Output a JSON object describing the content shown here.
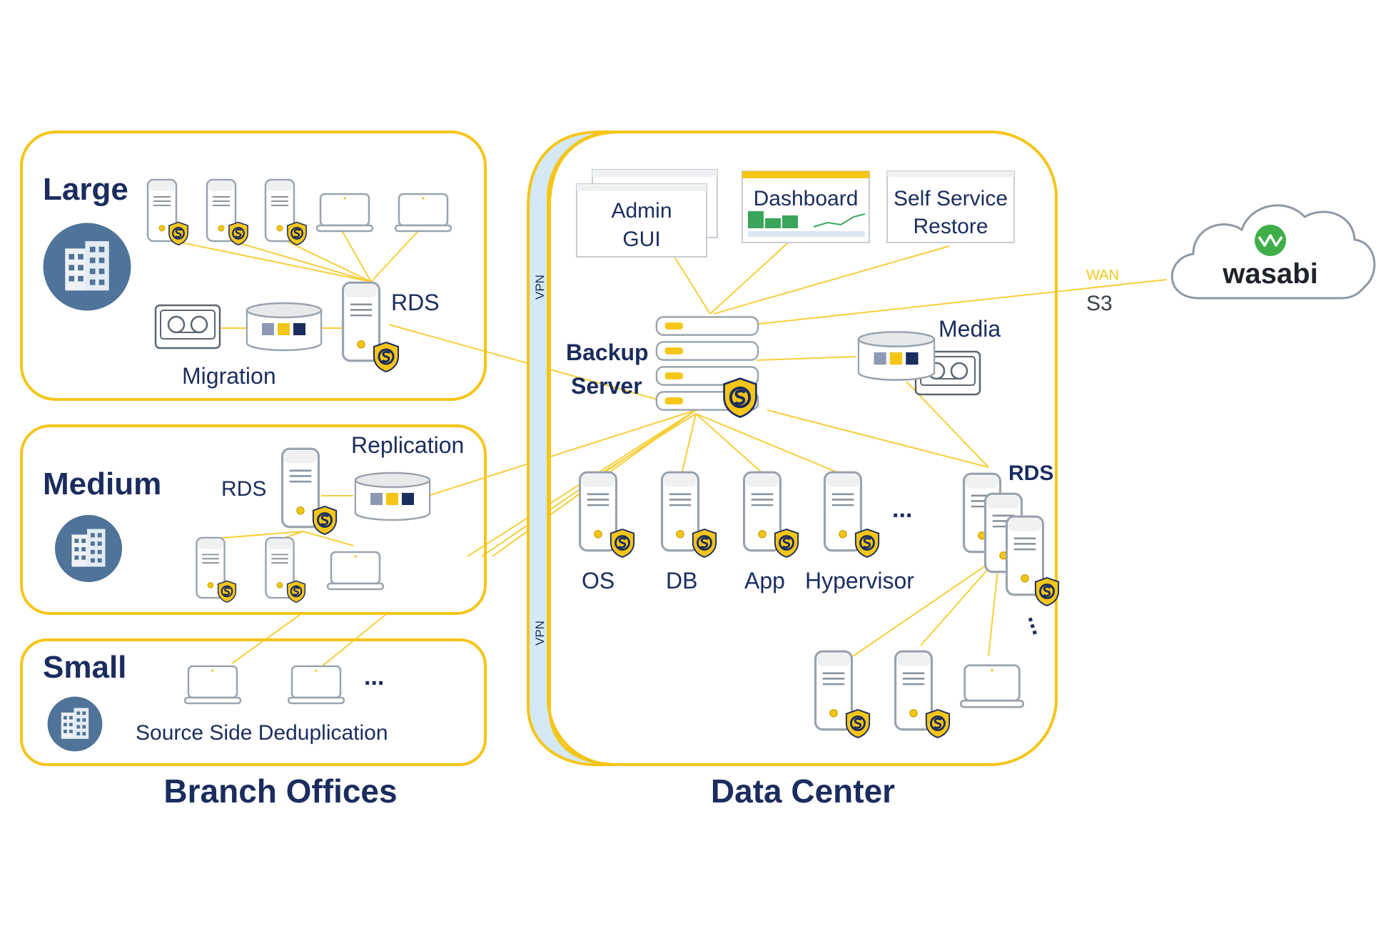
{
  "branch": {
    "title": "Branch Offices",
    "large": {
      "label": "Large",
      "rds": "RDS",
      "migration": "Migration"
    },
    "medium": {
      "label": "Medium",
      "rds": "RDS",
      "replication": "Replication"
    },
    "small": {
      "label": "Small",
      "dedup": "Source Side Deduplication",
      "more": "..."
    }
  },
  "vpn": {
    "top": "VPN",
    "bottom": "VPN"
  },
  "datacenter": {
    "title": "Data Center",
    "windows": {
      "admin_line1": "Admin",
      "admin_line2": "GUI",
      "dashboard": "Dashboard",
      "self_line1": "Self Service",
      "self_line2": "Restore"
    },
    "backup_line1": "Backup",
    "backup_line2": "Server",
    "media": "Media",
    "rds": "RDS",
    "servers": {
      "os": "OS",
      "db": "DB",
      "app": "App",
      "hypervisor": "Hypervisor",
      "more": "...",
      "vmore": "..."
    }
  },
  "cloud": {
    "wan": "WAN",
    "s3": "S3",
    "brand": "wasabi"
  },
  "colors": {
    "accent": "#f5c518",
    "navy": "#1b2c5e",
    "line": "#f5cf3a",
    "vpn": "#d4e8f6"
  }
}
